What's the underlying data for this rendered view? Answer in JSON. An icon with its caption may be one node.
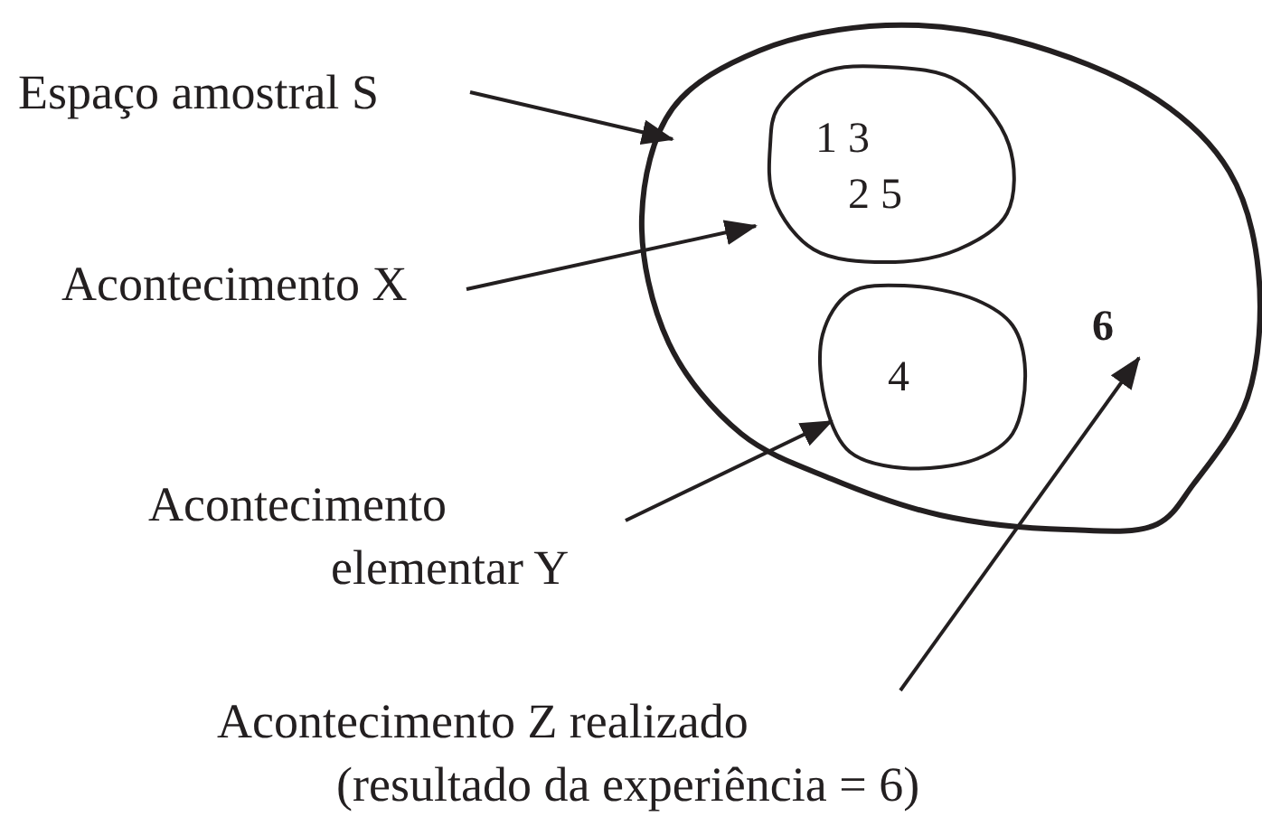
{
  "diagram": {
    "nodes": [
      {
        "text": [
          "Espaço amostral S"
        ]
      },
      {
        "text": [
          "Acontecimento X"
        ]
      },
      {
        "text": [
          "Acontecimento elementar Y"
        ]
      },
      {
        "text": [
          "Acontecimento Z realizado (resultado da experiência = 6)"
        ]
      },
      {
        "text": [],
        "shape": "circle"
      },
      {
        "text": [
          "1 3 2 5"
        ],
        "in": 4
      },
      {
        "text": [
          "4"
        ],
        "in": 4
      },
      {
        "text": [
          "6"
        ],
        "in": 4
      }
    ],
    "edges": [
      {
        "from": 0,
        "to": 4,
        "arrow": "to"
      },
      {
        "from": 1,
        "to": 5,
        "arrow": "to"
      },
      {
        "from": 2,
        "to": 6,
        "arrow": "to"
      },
      {
        "from": 3,
        "to": 7,
        "arrow": "to"
      }
    ]
  }
}
